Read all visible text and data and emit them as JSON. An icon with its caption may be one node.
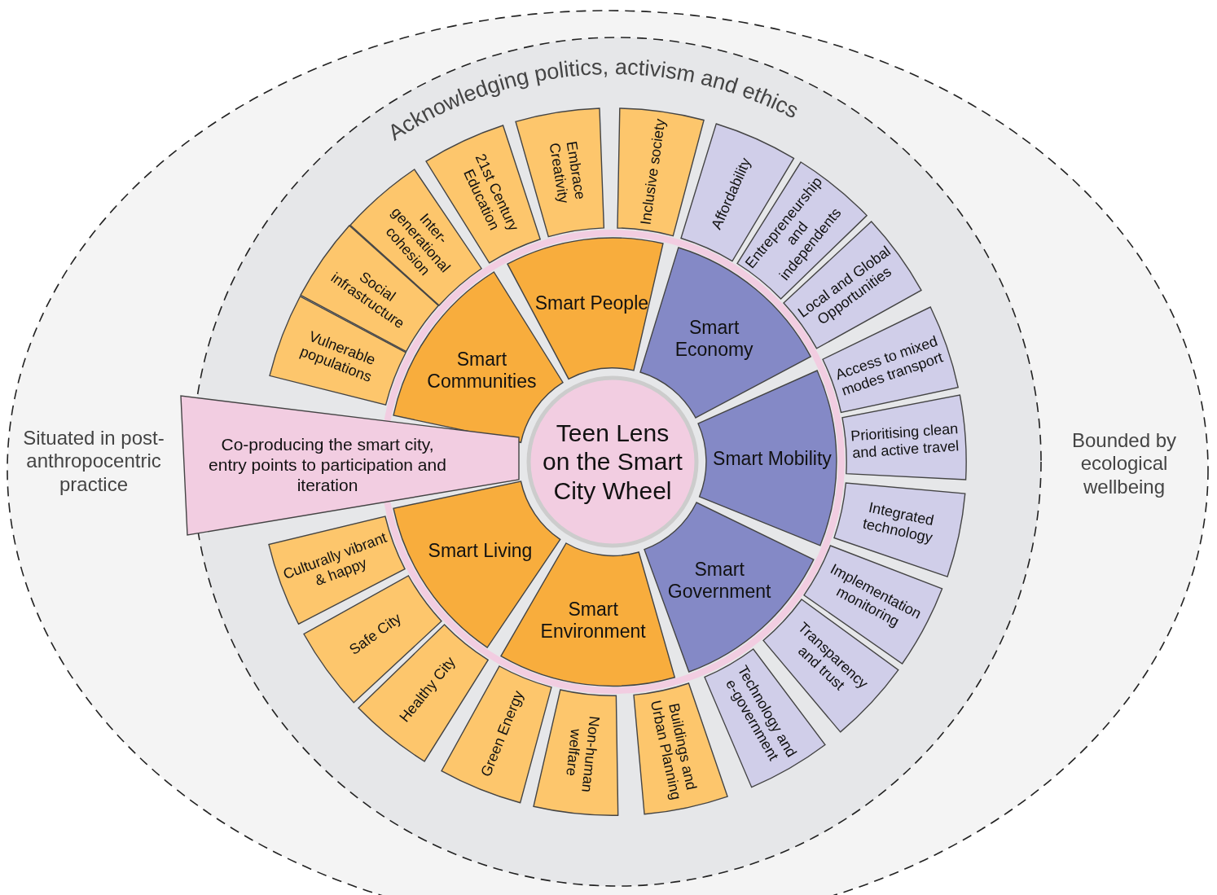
{
  "diagram": {
    "nodes": [
      {
        "text": [
          "Situated in post- anthropocentric practice",
          "Bounded by ecological wellbeing"
        ]
      },
      {
        "text": [
          "Acknowledging politics, activism and ethics"
        ],
        "in": 0
      },
      {
        "text": [
          "Teen Lens on the Smart City Wheel"
        ],
        "in": 1
      },
      {
        "text": [
          "Smart People"
        ],
        "in": 1
      },
      {
        "text": [
          "Smart Economy"
        ],
        "in": 1
      },
      {
        "text": [
          "Smart Mobility"
        ],
        "in": 1
      },
      {
        "text": [
          "Smart Government"
        ],
        "in": 1
      },
      {
        "text": [
          "Smart Environment"
        ],
        "in": 1
      },
      {
        "text": [
          "Smart Living"
        ],
        "in": 1
      },
      {
        "text": [
          "Smart Communities"
        ],
        "in": 1
      },
      {
        "text": [
          "Co-producing the smart city, entry points to participation and iteration"
        ],
        "in": 1
      },
      {
        "text": [
          "Vulnerable populations"
        ],
        "in": 1
      },
      {
        "text": [
          "Social infrastructure"
        ],
        "in": 1
      },
      {
        "text": [
          "Inter- generational cohesion"
        ],
        "in": 1
      },
      {
        "text": [
          "21st Century Education"
        ],
        "in": 1
      },
      {
        "text": [
          "Embrace Creativity"
        ],
        "in": 1
      },
      {
        "text": [
          "Inclusive society"
        ],
        "in": 1
      },
      {
        "text": [
          "Affordability"
        ],
        "in": 1
      },
      {
        "text": [
          "Entrepreneurship and independents"
        ],
        "in": 1
      },
      {
        "text": [
          "Local and Global Opportunities"
        ],
        "in": 1
      },
      {
        "text": [
          "Access to mixed modes transport"
        ],
        "in": 1
      },
      {
        "text": [
          "Prioritising clean and active travel"
        ],
        "in": 1
      },
      {
        "text": [
          "Integrated technology"
        ],
        "in": 1
      },
      {
        "text": [
          "Implementation monitoring"
        ],
        "in": 1
      },
      {
        "text": [
          "Transparency and trust"
        ],
        "in": 1
      },
      {
        "text": [
          "Technology and e-government"
        ],
        "in": 1
      },
      {
        "text": [
          "Buildings and Urban Planning"
        ],
        "in": 1
      },
      {
        "text": [
          "Non-human welfare"
        ],
        "in": 1
      },
      {
        "text": [
          "Green Energy"
        ],
        "in": 1
      },
      {
        "text": [
          "Healthy City"
        ],
        "in": 1
      },
      {
        "text": [
          "Safe City"
        ],
        "in": 1
      },
      {
        "text": [
          "Culturally vibrant & happy"
        ],
        "in": 1
      }
    ]
  }
}
